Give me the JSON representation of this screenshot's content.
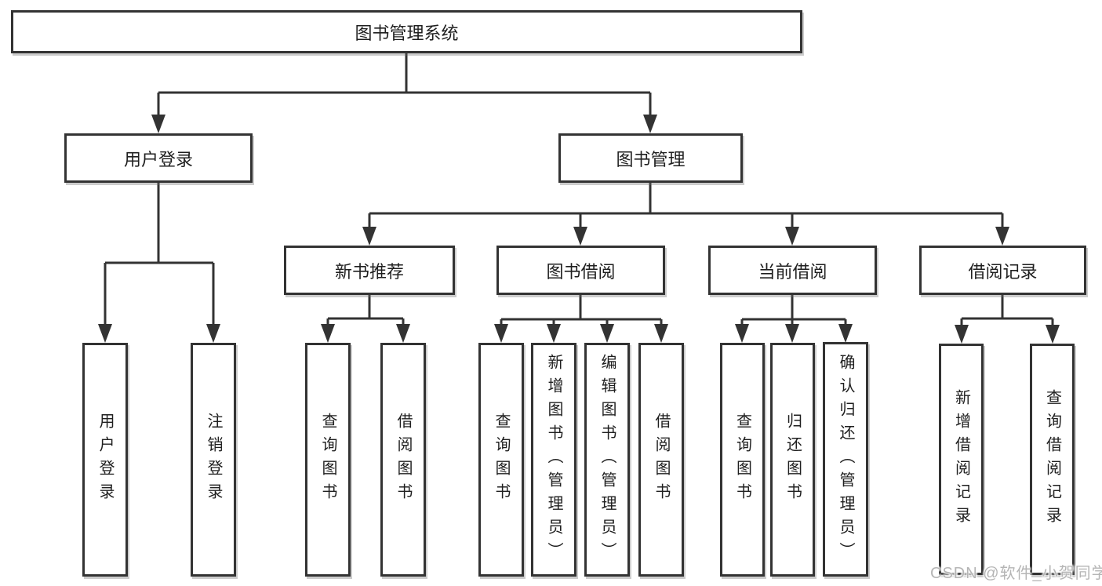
{
  "nodes": [
    {
      "id": "root",
      "label": "图书管理系统"
    },
    {
      "id": "user-login",
      "label": "用户登录"
    },
    {
      "id": "book-management",
      "label": "图书管理"
    },
    {
      "id": "new-book-recommend",
      "label": "新书推荐"
    },
    {
      "id": "book-borrow",
      "label": "图书借阅"
    },
    {
      "id": "current-borrow",
      "label": "当前借阅"
    },
    {
      "id": "borrow-records",
      "label": "借阅记录"
    },
    {
      "id": "leaf-user-login",
      "label": "用户登录"
    },
    {
      "id": "leaf-logout",
      "label": "注销登录"
    },
    {
      "id": "leaf-query-books-1",
      "label": "查询图书"
    },
    {
      "id": "leaf-borrow-books-1",
      "label": "借阅图书"
    },
    {
      "id": "leaf-query-books-2",
      "label": "查询图书"
    },
    {
      "id": "leaf-add-book-admin",
      "label": "新增图书（管理员）"
    },
    {
      "id": "leaf-edit-book-admin",
      "label": "编辑图书（管理员）"
    },
    {
      "id": "leaf-borrow-books-2",
      "label": "借阅图书"
    },
    {
      "id": "leaf-query-books-3",
      "label": "查询图书"
    },
    {
      "id": "leaf-return-books",
      "label": "归还图书"
    },
    {
      "id": "leaf-confirm-return-admin",
      "label": "确认归还（管理员）"
    },
    {
      "id": "leaf-add-borrow-record",
      "label": "新增借阅记录"
    },
    {
      "id": "leaf-query-borrow-record",
      "label": "查询借阅记录"
    }
  ],
  "edges": [
    [
      "root",
      "user-login"
    ],
    [
      "root",
      "book-management"
    ],
    [
      "user-login",
      "leaf-user-login"
    ],
    [
      "user-login",
      "leaf-logout"
    ],
    [
      "book-management",
      "new-book-recommend"
    ],
    [
      "book-management",
      "book-borrow"
    ],
    [
      "book-management",
      "current-borrow"
    ],
    [
      "book-management",
      "borrow-records"
    ],
    [
      "new-book-recommend",
      "leaf-query-books-1"
    ],
    [
      "new-book-recommend",
      "leaf-borrow-books-1"
    ],
    [
      "book-borrow",
      "leaf-query-books-2"
    ],
    [
      "book-borrow",
      "leaf-add-book-admin"
    ],
    [
      "book-borrow",
      "leaf-edit-book-admin"
    ],
    [
      "book-borrow",
      "leaf-borrow-books-2"
    ],
    [
      "current-borrow",
      "leaf-query-books-3"
    ],
    [
      "current-borrow",
      "leaf-return-books"
    ],
    [
      "current-borrow",
      "leaf-confirm-return-admin"
    ],
    [
      "borrow-records",
      "leaf-add-borrow-record"
    ],
    [
      "borrow-records",
      "leaf-query-borrow-record"
    ]
  ],
  "watermark": {
    "text": "CSDN @软件_小贺同学"
  },
  "colors": {
    "line": "#333333",
    "text": "#1f1f1f",
    "box_background": "#ffffff",
    "page_background": "#ffffff",
    "watermark": "#b5b5b5"
  }
}
